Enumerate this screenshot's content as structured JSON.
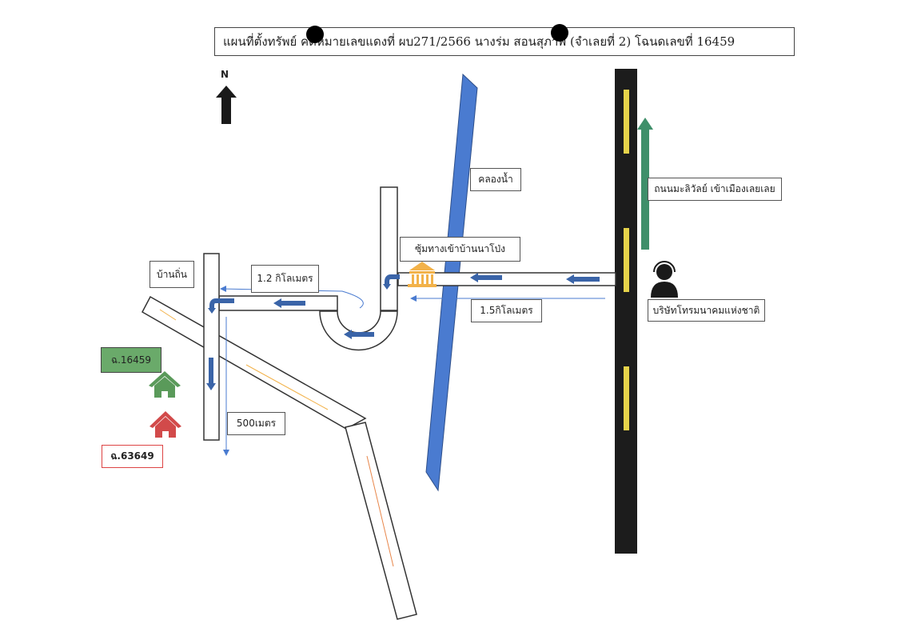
{
  "title": "แผนที่ตั้งทรัพย์ คดีหมายเลขแดงที่ ผบ271/2566 นางร่ม สอนสุภาพ (จำเลยที่ 2) โฉนดเลขที่ 16459",
  "compass": {
    "label": "N",
    "icon": "north-arrow-icon"
  },
  "labels": {
    "canal": "คลองน้ำ",
    "main_road": "ถนนมะลิวัลย์ เข้าเมืองเลยเลย",
    "soi_entrance": "ซุ้มทางเข้าบ้านนาโป่ง",
    "telecom": "บริษัทโทรมนาคมแห่งชาติ",
    "distance_1_5km": "1.5กิโลเมตร",
    "distance_1_2km": "1.2 กิโลเมตร",
    "distance_500m": "500เมตร",
    "village": "บ้านถิ่น",
    "deed_16459": "ฉ.16459",
    "deed_63649": "ฉ.63649"
  },
  "colors": {
    "road_dark": "#1c1c1c",
    "lane_yellow": "#e6d34a",
    "river": "#4a7bd0",
    "arrow_blue": "#3a64a8",
    "guide_blue": "#4a7bd0",
    "green_arrow": "#3f8f6a",
    "house_green": "#5a9a5a",
    "house_red": "#d24a4a",
    "deed_green_bg": "#6aaa6a",
    "deed_red_border": "#d44",
    "gate_orange": "#f2b24a"
  }
}
